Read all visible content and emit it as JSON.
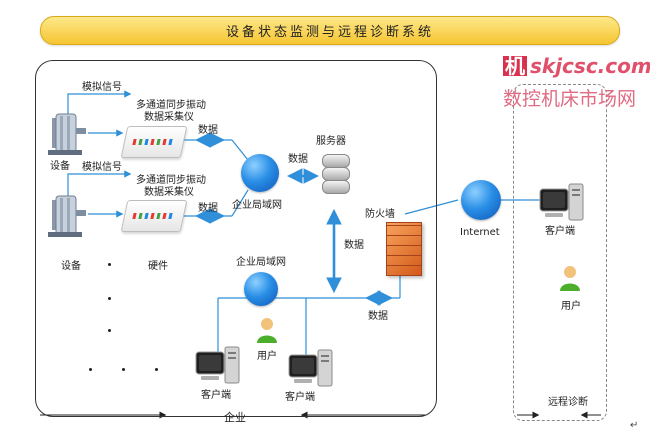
{
  "title": "设备状态监测与远程诊断系统",
  "watermark": {
    "badge": "机",
    "site": "skjcsc.com",
    "cn": "数控机床市场网"
  },
  "labels": {
    "analog_signal_1": "模拟信号",
    "analog_signal_2": "模拟信号",
    "daq_1_line1": "多通道同步振动",
    "daq_1_line2": "数据采集仪",
    "daq_2_line1": "多通道同步振动",
    "daq_2_line2": "数据采集仪",
    "data_1": "数据",
    "data_2": "数据",
    "data_3": "数据",
    "data_4": "数据",
    "data_5": "数据",
    "equipment_1": "设备",
    "equipment_2": "设备",
    "hardware": "硬件",
    "lan_1": "企业局域网",
    "lan_2": "企业局域网",
    "server": "服务器",
    "firewall": "防火墙",
    "internet": "Internet",
    "client_remote": "客户端",
    "user_remote": "用户",
    "client_1": "客户端",
    "client_2": "客户端",
    "user_local": "用户",
    "enterprise": "企业",
    "remote_diag": "远程诊断",
    "return_mark": "↵"
  },
  "colors": {
    "link_blue": "#2f8fd8",
    "banner": "#f6c531",
    "firewall": "#e27a32",
    "user_green": "#4caf2c"
  }
}
